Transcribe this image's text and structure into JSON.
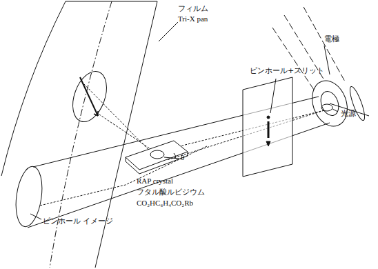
{
  "diagram": {
    "labels": [
      "フィルム",
      "Tri-X pan",
      "電極",
      "ピンホール+スリット",
      "光源",
      "θ",
      "RAP crystal",
      "フタル酸ルビジウム",
      "CO₂HC₆H₄CO₂Rb",
      "ピンホール イメージ"
    ]
  }
}
